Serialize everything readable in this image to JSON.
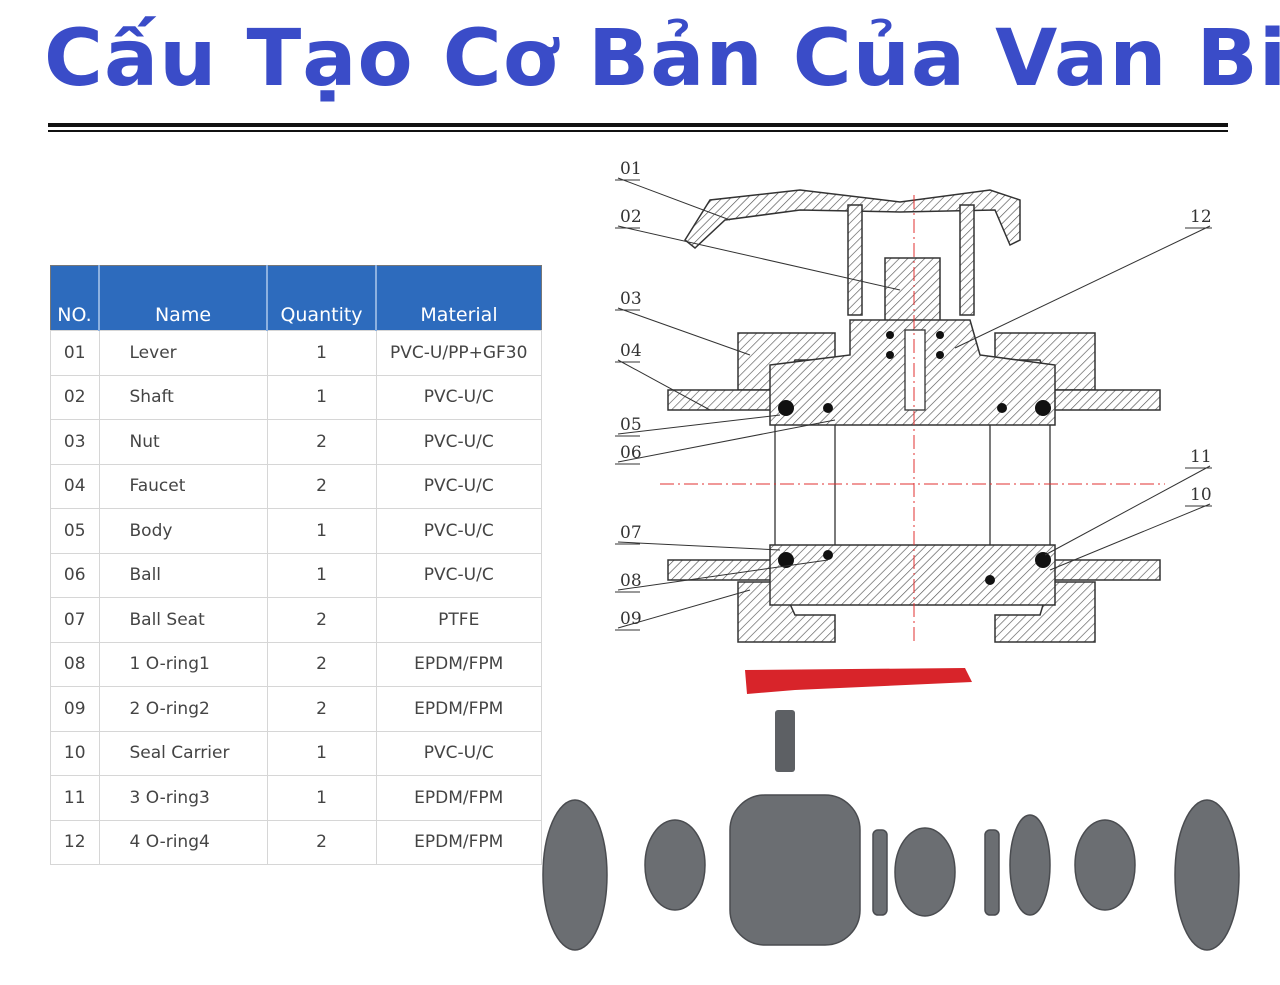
{
  "title": "Cấu Tạo Cơ Bản Của Van Bi",
  "table": {
    "headers": [
      "NO.",
      "Name",
      "Quantity",
      "Material"
    ],
    "rows": [
      [
        "01",
        "Lever",
        "1",
        "PVC-U/PP+GF30"
      ],
      [
        "02",
        "Shaft",
        "1",
        "PVC-U/C"
      ],
      [
        "03",
        "Nut",
        "2",
        "PVC-U/C"
      ],
      [
        "04",
        "Faucet",
        "2",
        "PVC-U/C"
      ],
      [
        "05",
        "Body",
        "1",
        "PVC-U/C"
      ],
      [
        "06",
        "Ball",
        "1",
        "PVC-U/C"
      ],
      [
        "07",
        "Ball Seat",
        "2",
        "PTFE"
      ],
      [
        "08",
        "1 O-ring1",
        "2",
        "EPDM/FPM"
      ],
      [
        "09",
        "2 O-ring2",
        "2",
        "EPDM/FPM"
      ],
      [
        "10",
        "Seal Carrier",
        "1",
        "PVC-U/C"
      ],
      [
        "11",
        "3 O-ring3",
        "1",
        "EPDM/FPM"
      ],
      [
        "12",
        "4 O-ring4",
        "2",
        "EPDM/FPM"
      ]
    ]
  },
  "diagram": {
    "labels": [
      "01",
      "02",
      "03",
      "04",
      "05",
      "06",
      "07",
      "08",
      "09",
      "10",
      "11",
      "12"
    ]
  },
  "colors": {
    "title": "#3a4cc8",
    "header": "#2d6bbd",
    "lever": "#d8242a",
    "parts": "#6b6e72"
  }
}
